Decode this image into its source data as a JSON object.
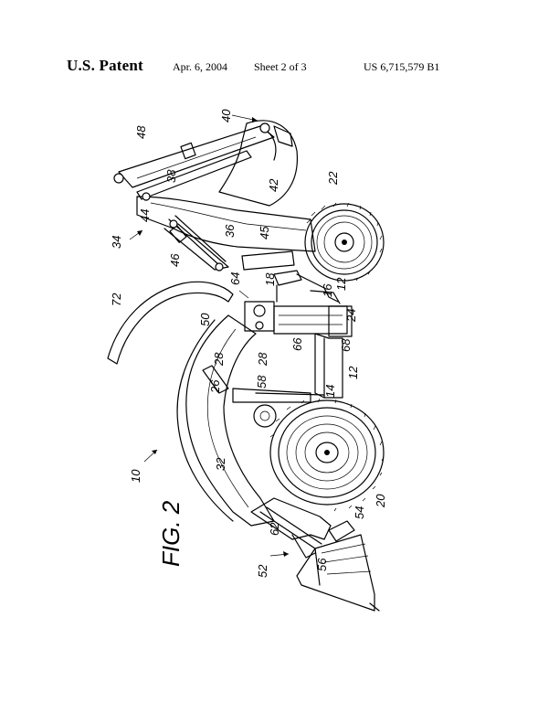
{
  "header": {
    "patent": "U.S. Patent",
    "date": "Apr. 6, 2004",
    "sheet": "Sheet 2 of 3",
    "number": "US 6,715,579 B1"
  },
  "figure": {
    "title": "FIG. 2",
    "refs": {
      "r10": "10",
      "r12a": "12",
      "r12b": "12",
      "r14": "14",
      "r16": "16",
      "r18": "18",
      "r20": "20",
      "r22": "22",
      "r24": "24",
      "r26": "26",
      "r28a": "28",
      "r28b": "28",
      "r32": "32",
      "r34": "34",
      "r36": "36",
      "r38": "38",
      "r40": "40",
      "r42": "42",
      "r44": "44",
      "r45": "45",
      "r46": "46",
      "r48": "48",
      "r50": "50",
      "r52": "52",
      "r54": "54",
      "r56": "56",
      "r58": "58",
      "r62": "62",
      "r64": "64",
      "r66": "66",
      "r68": "68",
      "r72": "72"
    }
  }
}
